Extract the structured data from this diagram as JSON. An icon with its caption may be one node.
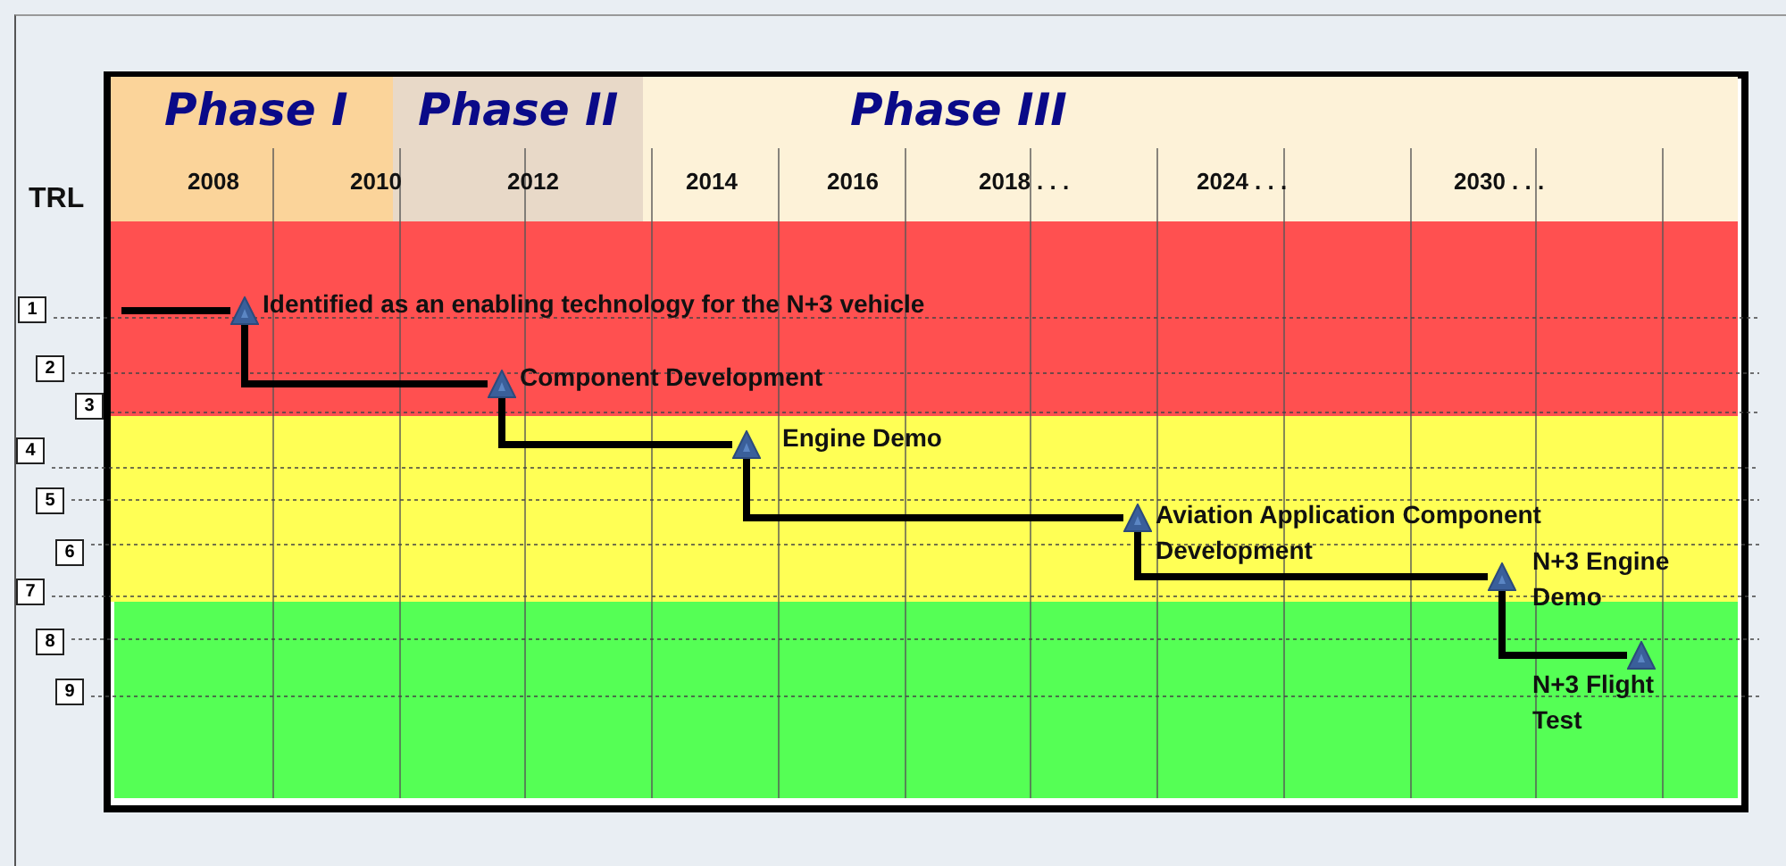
{
  "diagram": {
    "nodes": [
      {
        "text": [
          "Phase I"
        ]
      },
      {
        "text": [
          "Phase II"
        ]
      },
      {
        "text": [
          "Phase III"
        ]
      },
      {
        "text": [
          "Identified as an enabling technology for the N+3 vehicle"
        ]
      },
      {
        "text": [
          "Component Development"
        ]
      },
      {
        "text": [
          "Engine Demo"
        ]
      },
      {
        "text": [
          "Aviation Application Component Development"
        ]
      },
      {
        "text": [
          "N+3 Engine Demo"
        ]
      },
      {
        "text": [
          "N+3 Flight Test"
        ]
      }
    ],
    "edges": [
      {
        "from": null,
        "to": 3,
        "arrow": "none"
      },
      {
        "from": 3,
        "to": 4,
        "arrow": "none"
      },
      {
        "from": 4,
        "to": 5,
        "arrow": "none"
      },
      {
        "from": 5,
        "to": 6,
        "arrow": "none"
      },
      {
        "from": 6,
        "to": 7,
        "arrow": "none"
      },
      {
        "from": 7,
        "to": 8,
        "arrow": "none"
      }
    ],
    "labels": [
      "TRL",
      "2008",
      "2010",
      "2012",
      "2014",
      "2016",
      "2018 . . .",
      "2024 . . .",
      "2030 . . .",
      "1",
      "2",
      "3",
      "4",
      "5",
      "6",
      "7",
      "8",
      "9"
    ]
  }
}
